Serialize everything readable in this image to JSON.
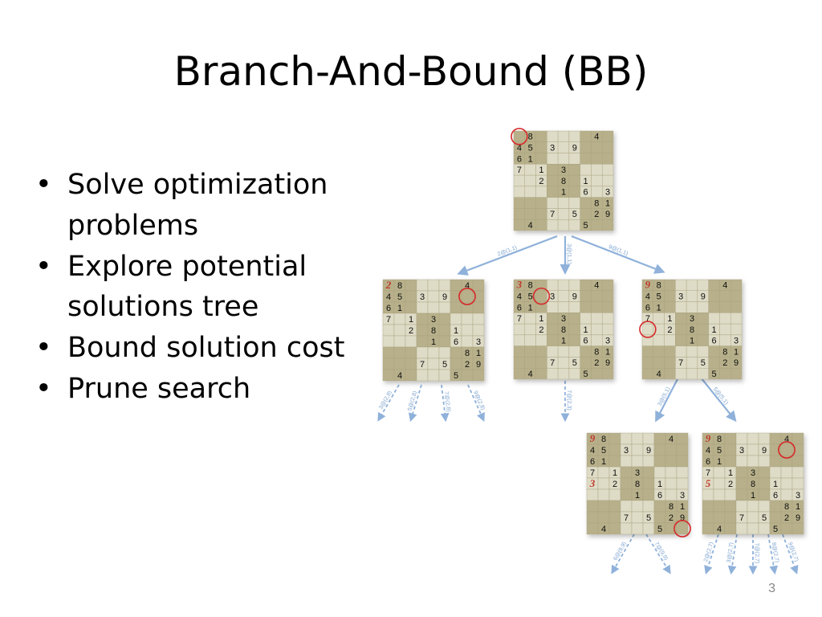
{
  "title": "Branch-And-Bound (BB)",
  "bullets": [
    {
      "line1": "Solve optimization",
      "line2": "problems"
    },
    {
      "line1": "Explore potential",
      "line2": "solutions tree"
    },
    {
      "line1": "Bound solution cost",
      "line2": ""
    },
    {
      "line1": "Prune search",
      "line2": ""
    }
  ],
  "page_number": "3",
  "base_grid": [
    [
      "",
      "8",
      "",
      "",
      "",
      "",
      "",
      "4",
      ""
    ],
    [
      "4",
      "5",
      "",
      "3",
      "",
      "9",
      "",
      "",
      ""
    ],
    [
      "6",
      "1",
      "",
      "",
      "",
      "",
      "",
      "",
      ""
    ],
    [
      "7",
      "",
      "1",
      "",
      "3",
      "",
      "",
      "",
      ""
    ],
    [
      "",
      "",
      "2",
      "",
      "8",
      "",
      "1",
      "",
      ""
    ],
    [
      "",
      "",
      "",
      "",
      "1",
      "",
      "6",
      "",
      "3"
    ],
    [
      "",
      "",
      "",
      "",
      "",
      "",
      "",
      "8",
      "1"
    ],
    [
      "",
      "",
      "",
      "7",
      "",
      "5",
      "",
      "2",
      "9"
    ],
    [
      "",
      "4",
      "",
      "",
      "",
      "",
      "5",
      "",
      ""
    ]
  ],
  "boards": [
    {
      "id": "root",
      "added": [],
      "circle": [
        0,
        0
      ]
    },
    {
      "id": "child-2",
      "added": [
        {
          "r": 0,
          "c": 0,
          "v": "2"
        }
      ],
      "circle": [
        1,
        7
      ]
    },
    {
      "id": "child-3",
      "added": [
        {
          "r": 0,
          "c": 0,
          "v": "3"
        }
      ],
      "circle": [
        1,
        2
      ]
    },
    {
      "id": "child-9",
      "added": [
        {
          "r": 0,
          "c": 0,
          "v": "9"
        }
      ],
      "circle": [
        4,
        0
      ]
    },
    {
      "id": "grandchild-3",
      "added": [
        {
          "r": 0,
          "c": 0,
          "v": "9"
        },
        {
          "r": 4,
          "c": 0,
          "v": "3"
        }
      ],
      "circle": [
        8,
        8
      ]
    },
    {
      "id": "grandchild-5",
      "added": [
        {
          "r": 0,
          "c": 0,
          "v": "9"
        },
        {
          "r": 4,
          "c": 0,
          "v": "5"
        }
      ],
      "circle": [
        1,
        7
      ]
    }
  ],
  "edges": [
    {
      "label": "2@(1,1)"
    },
    {
      "label": "3@(1,1)"
    },
    {
      "label": "9@(1,1)"
    },
    {
      "label": "3@(2,8)"
    },
    {
      "label": "5@(2,8)"
    },
    {
      "label": "7@(2,8)"
    },
    {
      "label": "9@(2,8)"
    },
    {
      "label": "7@(2,3)"
    },
    {
      "label": "3@(5,1)"
    },
    {
      "label": "5@(5,1)"
    },
    {
      "label": "6@(9,9)"
    },
    {
      "label": "7@(9,9)"
    },
    {
      "label": "2@(2,7)"
    },
    {
      "label": "3@(2,7)"
    },
    {
      "label": "7@(2,7)"
    },
    {
      "label": "8@(2,7)"
    },
    {
      "label": "9@(2,7)"
    }
  ],
  "colors": {
    "cell_dark": "#b7b08a",
    "cell_light": "#dedbc6",
    "added_digit": "#c0392b",
    "circle": "#d62a2a",
    "edge": "#8fb1da",
    "edge_label": "#7fa4cf"
  }
}
